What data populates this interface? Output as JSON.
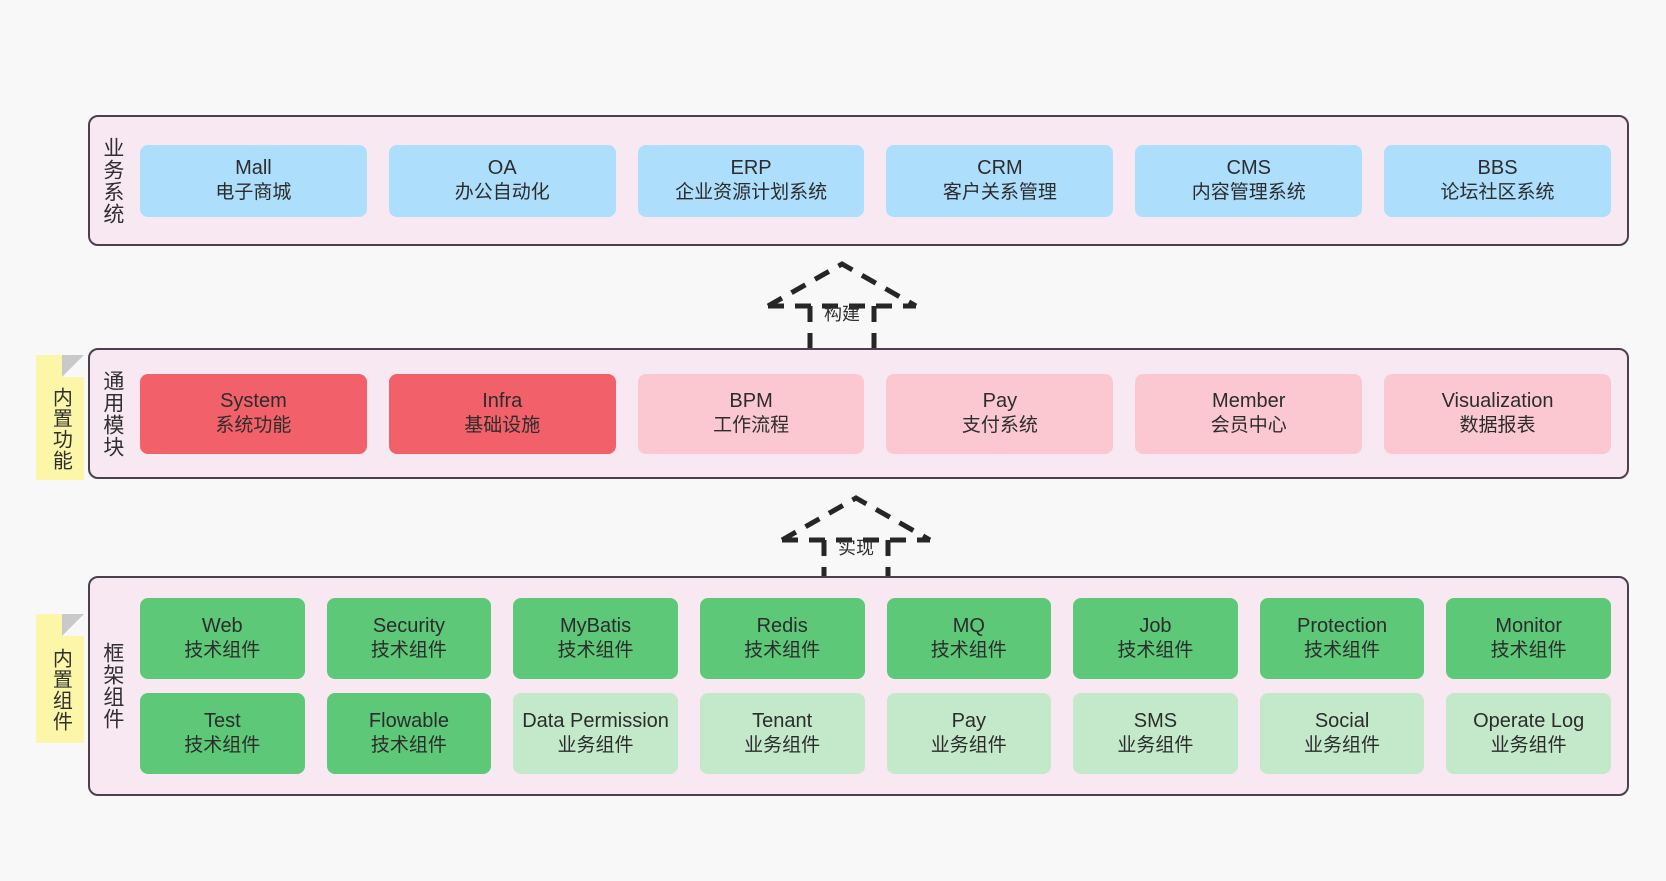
{
  "diagram": {
    "background": "#f8f8f8",
    "panel_fill": "#f7e8f2",
    "panel_border": "#4a4050",
    "sticky_fill": "#fcf7a8"
  },
  "layers": [
    {
      "id": "business-system",
      "title": "业务系统",
      "accent": "#addefc",
      "rows": [
        {
          "nodes": [
            {
              "en": "Mall",
              "cn": "电子商城",
              "color": "c-blue"
            },
            {
              "en": "OA",
              "cn": "办公自动化",
              "color": "c-blue"
            },
            {
              "en": "ERP",
              "cn": "企业资源计划系统",
              "color": "c-blue"
            },
            {
              "en": "CRM",
              "cn": "客户关系管理",
              "color": "c-blue"
            },
            {
              "en": "CMS",
              "cn": "内容管理系统",
              "color": "c-blue"
            },
            {
              "en": "BBS",
              "cn": "论坛社区系统",
              "color": "c-blue"
            }
          ]
        }
      ]
    },
    {
      "id": "common-module",
      "title": "通用模块",
      "accent": "#f2616a",
      "sticky": "内置功能",
      "rows": [
        {
          "nodes": [
            {
              "en": "System",
              "cn": "系统功能",
              "color": "c-red-strong"
            },
            {
              "en": "Infra",
              "cn": "基础设施",
              "color": "c-red-strong"
            },
            {
              "en": "BPM",
              "cn": "工作流程",
              "color": "c-red-light"
            },
            {
              "en": "Pay",
              "cn": "支付系统",
              "color": "c-red-light"
            },
            {
              "en": "Member",
              "cn": "会员中心",
              "color": "c-red-light"
            },
            {
              "en": "Visualization",
              "cn": "数据报表",
              "color": "c-red-light"
            }
          ]
        }
      ]
    },
    {
      "id": "framework-component",
      "title": "框架组件",
      "accent": "#5dc878",
      "sticky": "内置组件",
      "rows": [
        {
          "nodes": [
            {
              "en": "Web",
              "cn": "技术组件",
              "color": "c-green-strong"
            },
            {
              "en": "Security",
              "cn": "技术组件",
              "color": "c-green-strong"
            },
            {
              "en": "MyBatis",
              "cn": "技术组件",
              "color": "c-green-strong"
            },
            {
              "en": "Redis",
              "cn": "技术组件",
              "color": "c-green-strong"
            },
            {
              "en": "MQ",
              "cn": "技术组件",
              "color": "c-green-strong"
            },
            {
              "en": "Job",
              "cn": "技术组件",
              "color": "c-green-strong"
            },
            {
              "en": "Protection",
              "cn": "技术组件",
              "color": "c-green-strong"
            },
            {
              "en": "Monitor",
              "cn": "技术组件",
              "color": "c-green-strong"
            }
          ]
        },
        {
          "nodes": [
            {
              "en": "Test",
              "cn": "技术组件",
              "color": "c-green-strong"
            },
            {
              "en": "Flowable",
              "cn": "技术组件",
              "color": "c-green-strong"
            },
            {
              "en": "Data Permission",
              "cn": "业务组件",
              "color": "c-green-light",
              "wrap": true
            },
            {
              "en": "Tenant",
              "cn": "业务组件",
              "color": "c-green-light"
            },
            {
              "en": "Pay",
              "cn": "业务组件",
              "color": "c-green-light"
            },
            {
              "en": "SMS",
              "cn": "业务组件",
              "color": "c-green-light"
            },
            {
              "en": "Social",
              "cn": "业务组件",
              "color": "c-green-light"
            },
            {
              "en": "Operate Log",
              "cn": "业务组件",
              "color": "c-green-light"
            }
          ]
        }
      ]
    }
  ],
  "connectors": [
    {
      "id": "build",
      "label": "构建",
      "style": "dashed-hollow-arrow-up"
    },
    {
      "id": "implement",
      "label": "实现",
      "style": "dashed-hollow-arrow-up"
    }
  ]
}
